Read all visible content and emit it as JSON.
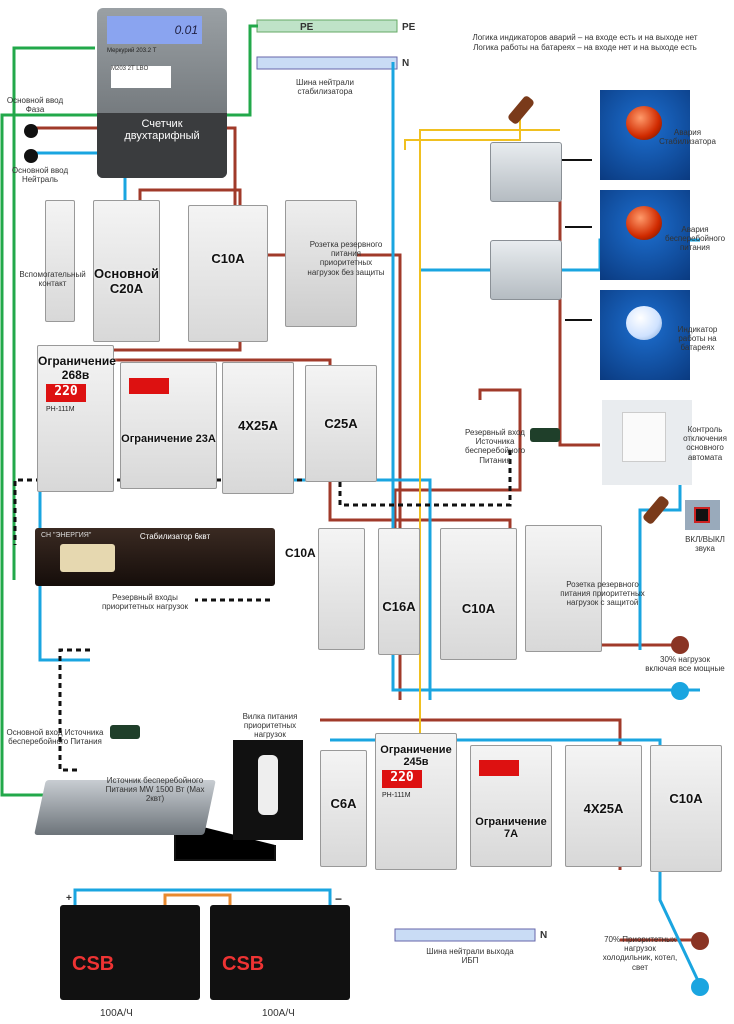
{
  "notes": {
    "line1": "Логика индикаторов аварий – на входе есть и на выходе нет",
    "line2": "Логика работы на батареях – на входе нет и на выходе есть"
  },
  "buses": {
    "pe_label": "PE",
    "n_label": "N",
    "stab_neutral": "Шина нейтрали стабилизатора",
    "ups_neutral": "Шина нейтрали выхода ИБП",
    "ups_n_label": "N"
  },
  "inputs": {
    "phase": "Основной ввод Фаза",
    "neutral": "Основной ввод Нейтраль"
  },
  "meter": {
    "model": "Меркурий 203.2 T",
    "sub": "M203 2T LBO",
    "display": "0.01",
    "label": "Счетчик двухтарифный"
  },
  "top_row": {
    "aux_contact": "Вспомогательный контакт",
    "main_breaker": "Основной C20A",
    "c10a": "C10A",
    "socket_no_protection": "Розетка резервного питания приоритетных нагрузок без защиты"
  },
  "mid_row": {
    "voltage_limit": "Ограничение 268в",
    "relay_model": "РН-111М",
    "relay_display": "220",
    "current_limit": "Ограничение 23А",
    "contactor": "4X25A",
    "c25a": "C25A"
  },
  "indicators": {
    "stab_alarm": "Авария Стабилизатора",
    "ups_alarm": "Авария бесперебойного питания",
    "battery_indicator": "Индикатор работы на батареях",
    "breaker_control": "Контроль отключения основного автомата",
    "sound_switch": "ВКЛ/ВЫКЛ звука"
  },
  "ups_reserve_input": "Резервный вход Источника бесперебойного Питания",
  "stabilizer": {
    "brand": "СН \"ЭНЕРГИЯ\"",
    "label": "Стабилизатор 6квт",
    "reserve_inputs": "Резервный входы приоритетных нагрузок"
  },
  "lower_row": {
    "c10a_1": "C10A",
    "c16a": "C16A",
    "c10a_2": "C10A",
    "socket_protected": "Розетка резервного питания приоритетных нагрузок с защитой",
    "load30": "30% нагрузок включая все мощные"
  },
  "ups": {
    "main_input": "Основной вход Источника бесперебойного Питания",
    "label": "Источник бесперебойного Питания MW 1500 Вт (Max 2квт)",
    "plug": "Вилка питания приоритетных нагрузок"
  },
  "ups_row": {
    "c6a": "C6A",
    "voltage_limit": "Ограничение 245в",
    "relay_model": "РН-111М",
    "relay_display": "220",
    "current_limit": "Ограничение 7А",
    "contactor": "4X25A",
    "c10a": "C10A",
    "load70": "70% Приоритетных нагрузок холодильник, котел, свет"
  },
  "batteries": {
    "plus": "+",
    "minus": "−",
    "brand": "CSB",
    "cap1": "100А/Ч",
    "cap2": "100А/Ч"
  },
  "colors": {
    "phase": "#a03a2a",
    "neutral": "#1aa5e0",
    "ground": "#22a84a",
    "signal": "#f0c020"
  }
}
